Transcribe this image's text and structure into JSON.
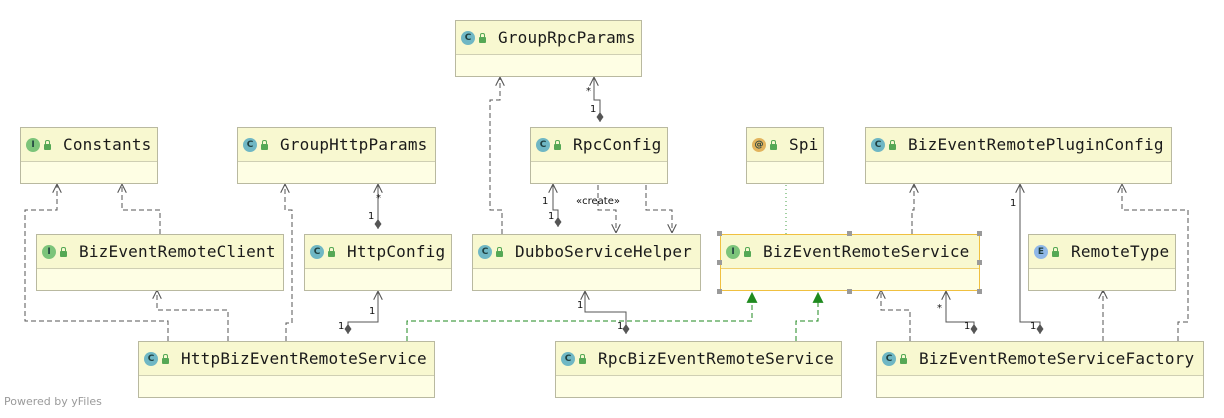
{
  "colors": {
    "class_badge": "#6fb7c4",
    "interface_badge": "#7cc47a",
    "annotation_badge": "#e2b35c",
    "enum_badge": "#8fb8e8",
    "node_fill": "#fefee4",
    "node_header": "#f8f8d0",
    "edge": "#555555",
    "realization_edge": "#1f8a1f",
    "selection": "#f0c040"
  },
  "nodes": [
    {
      "id": "group_rpc_params",
      "name": "GroupRpcParams",
      "kind": "C",
      "kind_name": "class"
    },
    {
      "id": "constants",
      "name": "Constants",
      "kind": "I",
      "kind_name": "interface"
    },
    {
      "id": "group_http_params",
      "name": "GroupHttpParams",
      "kind": "C",
      "kind_name": "class"
    },
    {
      "id": "rpc_config",
      "name": "RpcConfig",
      "kind": "C",
      "kind_name": "class"
    },
    {
      "id": "spi",
      "name": "Spi",
      "kind": "@",
      "kind_name": "annotation"
    },
    {
      "id": "plugin_config",
      "name": "BizEventRemotePluginConfig",
      "kind": "C",
      "kind_name": "class"
    },
    {
      "id": "remote_client",
      "name": "BizEventRemoteClient",
      "kind": "I",
      "kind_name": "interface"
    },
    {
      "id": "http_config",
      "name": "HttpConfig",
      "kind": "C",
      "kind_name": "class"
    },
    {
      "id": "dubbo_helper",
      "name": "DubboServiceHelper",
      "kind": "C",
      "kind_name": "class"
    },
    {
      "id": "remote_service",
      "name": "BizEventRemoteService",
      "kind": "I",
      "kind_name": "interface",
      "selected": true
    },
    {
      "id": "remote_type",
      "name": "RemoteType",
      "kind": "E",
      "kind_name": "enum"
    },
    {
      "id": "http_service",
      "name": "HttpBizEventRemoteService",
      "kind": "C",
      "kind_name": "class"
    },
    {
      "id": "rpc_service",
      "name": "RpcBizEventRemoteService",
      "kind": "C",
      "kind_name": "class"
    },
    {
      "id": "factory",
      "name": "BizEventRemoteServiceFactory",
      "kind": "C",
      "kind_name": "class"
    }
  ],
  "edge_labels": {
    "rpc_params_star": "*",
    "rpc_params_one": "1",
    "http_params_star": "*",
    "http_params_one": "1",
    "create": "«create»",
    "rpc_config_one_a": "1",
    "rpc_config_one_b": "1",
    "http_config_one_a": "1",
    "http_config_one_b": "1",
    "dubbo_one_a": "1",
    "dubbo_one_b": "1",
    "factory_service_star": "*",
    "factory_service_one": "1",
    "factory_config_one_a": "1",
    "factory_config_one_b": "1"
  },
  "footer": "Powered by yFiles"
}
